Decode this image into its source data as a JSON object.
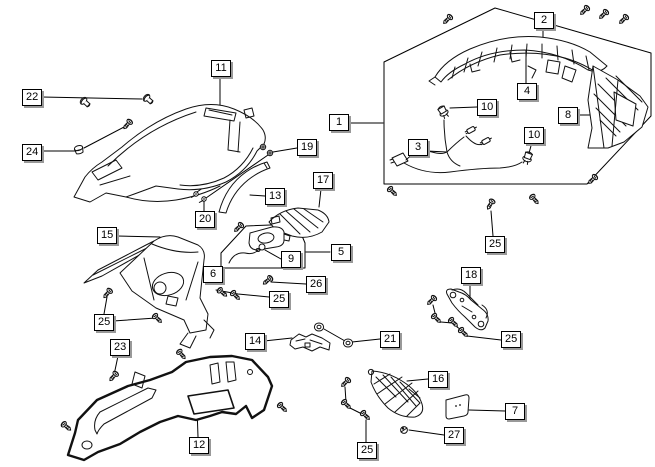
{
  "diagram": {
    "kind": "exploded-parts-diagram",
    "colors": {
      "background": "#ffffff",
      "line": "#111111",
      "leader_line": "#000000",
      "callout_bg": "#ffffff",
      "callout_border": "#000000",
      "callout_shadow": "#999999"
    },
    "callouts": [
      {
        "text": "22"
      },
      {
        "text": "24"
      },
      {
        "text": "11"
      },
      {
        "text": "19"
      },
      {
        "text": "13"
      },
      {
        "text": "20"
      },
      {
        "text": "17"
      },
      {
        "text": "15"
      },
      {
        "text": "6"
      },
      {
        "text": "9"
      },
      {
        "text": "5"
      },
      {
        "text": "26"
      },
      {
        "text": "25"
      },
      {
        "text": "25"
      },
      {
        "text": "23"
      },
      {
        "text": "14"
      },
      {
        "text": "21"
      },
      {
        "text": "12"
      },
      {
        "text": "25"
      },
      {
        "text": "16"
      },
      {
        "text": "7"
      },
      {
        "text": "27"
      },
      {
        "text": "18"
      },
      {
        "text": "25"
      },
      {
        "text": "25"
      },
      {
        "text": "2"
      },
      {
        "text": "4"
      },
      {
        "text": "8"
      },
      {
        "text": "10"
      },
      {
        "text": "10"
      },
      {
        "text": "3"
      },
      {
        "text": "1"
      }
    ]
  }
}
